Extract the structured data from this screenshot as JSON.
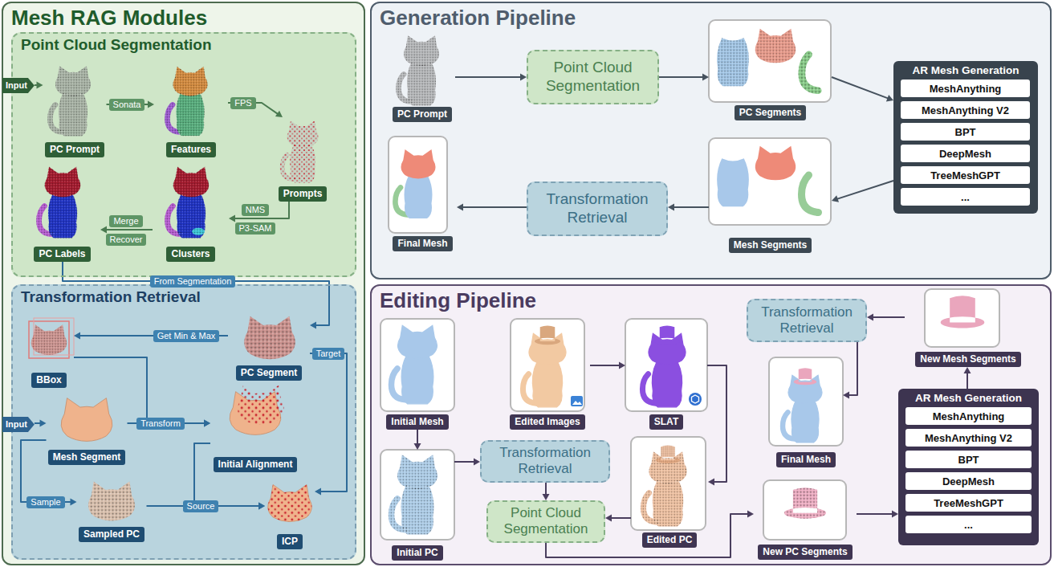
{
  "diagram": {
    "nodes": [
      {
        "text": [
          "Mesh RAG Modules"
        ]
      },
      {
        "text": [
          "Point Cloud Segmentation"
        ],
        "in": 0
      },
      {
        "text": [
          "Input"
        ],
        "in": 1
      },
      {
        "text": [
          "PC Prompt"
        ],
        "in": 1
      },
      {
        "text": [
          "Features"
        ],
        "in": 1
      },
      {
        "text": [
          "Prompts"
        ],
        "in": 1
      },
      {
        "text": [
          "Clusters"
        ],
        "in": 1
      },
      {
        "text": [
          "PC Labels"
        ],
        "in": 1
      },
      {
        "text": [
          "Transformation Retrieval"
        ],
        "in": 0
      },
      {
        "text": [
          "BBox"
        ],
        "in": 8
      },
      {
        "text": [
          "PC Segment"
        ],
        "in": 8
      },
      {
        "text": [
          "Input"
        ],
        "in": 8
      },
      {
        "text": [
          "Mesh Segment"
        ],
        "in": 8
      },
      {
        "text": [
          "Initial Alignment"
        ],
        "in": 8
      },
      {
        "text": [
          "Sampled PC"
        ],
        "in": 8
      },
      {
        "text": [
          "ICP"
        ],
        "in": 8
      },
      {
        "text": [
          "Generation Pipeline"
        ]
      },
      {
        "text": [
          "PC Prompt"
        ],
        "in": 16
      },
      {
        "text": [
          "Point Cloud Segmentation"
        ],
        "in": 16
      },
      {
        "text": [
          "PC Segments"
        ],
        "in": 16
      },
      {
        "text": [
          "AR Mesh Generation"
        ],
        "in": 16
      },
      {
        "text": [
          "MeshAnything"
        ],
        "in": 20
      },
      {
        "text": [
          "MeshAnything V2"
        ],
        "in": 20
      },
      {
        "text": [
          "BPT"
        ],
        "in": 20
      },
      {
        "text": [
          "DeepMesh"
        ],
        "in": 20
      },
      {
        "text": [
          "TreeMeshGPT"
        ],
        "in": 20
      },
      {
        "text": [
          "..."
        ],
        "in": 20
      },
      {
        "text": [
          "Mesh Segments"
        ],
        "in": 16
      },
      {
        "text": [
          "Transformation Retrieval"
        ],
        "in": 16
      },
      {
        "text": [
          "Final Mesh"
        ],
        "in": 16
      },
      {
        "text": [
          "Editing Pipeline"
        ]
      },
      {
        "text": [
          "Initial Mesh"
        ],
        "in": 30
      },
      {
        "text": [
          "Edited Images"
        ],
        "in": 30
      },
      {
        "text": [
          "SLAT"
        ],
        "in": 30
      },
      {
        "text": [
          "Transformation Retrieval"
        ],
        "in": 30
      },
      {
        "text": [
          "New Mesh Segments"
        ],
        "in": 30
      },
      {
        "text": [
          "Final Mesh"
        ],
        "in": 30
      },
      {
        "text": [
          "Initial PC"
        ],
        "in": 30
      },
      {
        "text": [
          "Transformation Retrieval"
        ],
        "in": 30
      },
      {
        "text": [
          "Point Cloud Segmentation"
        ],
        "in": 30
      },
      {
        "text": [
          "Edited PC"
        ],
        "in": 30
      },
      {
        "text": [
          "New PC Segments"
        ],
        "in": 30
      },
      {
        "text": [
          "AR Mesh Generation"
        ],
        "in": 30
      },
      {
        "text": [
          "MeshAnything"
        ],
        "in": 42
      },
      {
        "text": [
          "MeshAnything V2"
        ],
        "in": 42
      },
      {
        "text": [
          "BPT"
        ],
        "in": 42
      },
      {
        "text": [
          "DeepMesh"
        ],
        "in": 42
      },
      {
        "text": [
          "TreeMeshGPT"
        ],
        "in": 42
      },
      {
        "text": [
          "..."
        ],
        "in": 42
      }
    ],
    "edges": [
      {
        "from": 2,
        "to": 3,
        "arrow": "to"
      },
      {
        "from": 3,
        "to": 4,
        "label": "Sonata",
        "arrow": "to"
      },
      {
        "from": 4,
        "to": 5,
        "label": "FPS",
        "arrow": "to"
      },
      {
        "from": 5,
        "to": 6,
        "label": "NMS",
        "arrow": "to"
      },
      {
        "from": 6,
        "to": 7,
        "label": "Merge",
        "arrow": "to"
      },
      {
        "from": 7,
        "to": 10,
        "label": "From Segmentation",
        "arrow": "to"
      },
      {
        "from": 10,
        "to": 9,
        "label": "Get Min & Max",
        "arrow": "to"
      },
      {
        "from": 9,
        "to": 13,
        "arrow": "to"
      },
      {
        "from": 11,
        "to": 12,
        "arrow": "to"
      },
      {
        "from": 12,
        "to": 13,
        "label": "Transform",
        "arrow": "to"
      },
      {
        "from": 12,
        "to": 14,
        "label": "Sample",
        "arrow": "to"
      },
      {
        "from": 14,
        "to": 15,
        "label": "Source",
        "arrow": "to"
      },
      {
        "from": 13,
        "to": 15,
        "arrow": "to"
      },
      {
        "from": 10,
        "to": 15,
        "label": "Target",
        "arrow": "to"
      },
      {
        "from": 17,
        "to": 18,
        "arrow": "to"
      },
      {
        "from": 18,
        "to": 19,
        "arrow": "to"
      },
      {
        "from": 19,
        "to": 20,
        "arrow": "to"
      },
      {
        "from": 20,
        "to": 27,
        "arrow": "to"
      },
      {
        "from": 27,
        "to": 28,
        "arrow": "to"
      },
      {
        "from": 28,
        "to": 29,
        "arrow": "to"
      },
      {
        "from": 31,
        "to": 37,
        "arrow": "to"
      },
      {
        "from": 37,
        "to": 38,
        "arrow": "to"
      },
      {
        "from": 38,
        "to": 39,
        "arrow": "to"
      },
      {
        "from": 32,
        "to": 33,
        "arrow": "to"
      },
      {
        "from": 33,
        "to": 40,
        "arrow": "to"
      },
      {
        "from": 40,
        "to": 39,
        "arrow": "to"
      },
      {
        "from": 39,
        "to": 41,
        "arrow": "to"
      },
      {
        "from": 41,
        "to": 42,
        "arrow": "to"
      },
      {
        "from": 42,
        "to": 35,
        "arrow": "to"
      },
      {
        "from": 35,
        "to": 34,
        "arrow": "to"
      },
      {
        "from": 34,
        "to": 36,
        "arrow": "to"
      }
    ],
    "labels": [
      "P3-SAM",
      "Recover"
    ]
  }
}
